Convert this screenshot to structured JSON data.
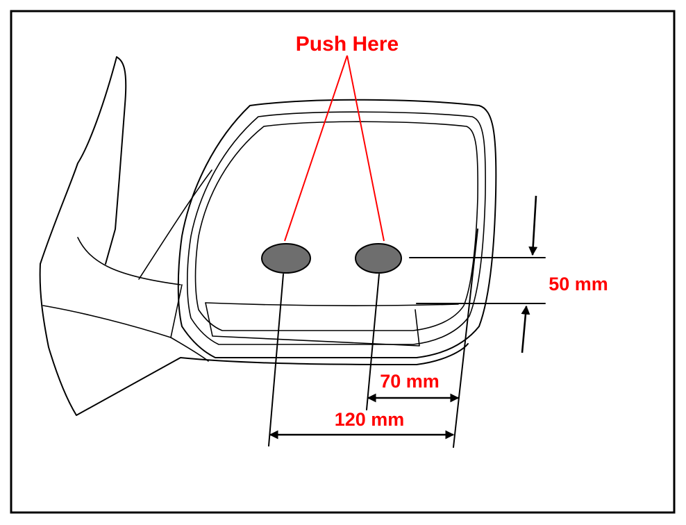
{
  "callout": {
    "label": "Push Here"
  },
  "dimensions": {
    "vertical": "50 mm",
    "inner_horizontal": "70 mm",
    "outer_horizontal": "120 mm"
  },
  "colors": {
    "annotation": "#ff0000",
    "push_point_fill": "#6e6e6e",
    "outline": "#000000"
  }
}
